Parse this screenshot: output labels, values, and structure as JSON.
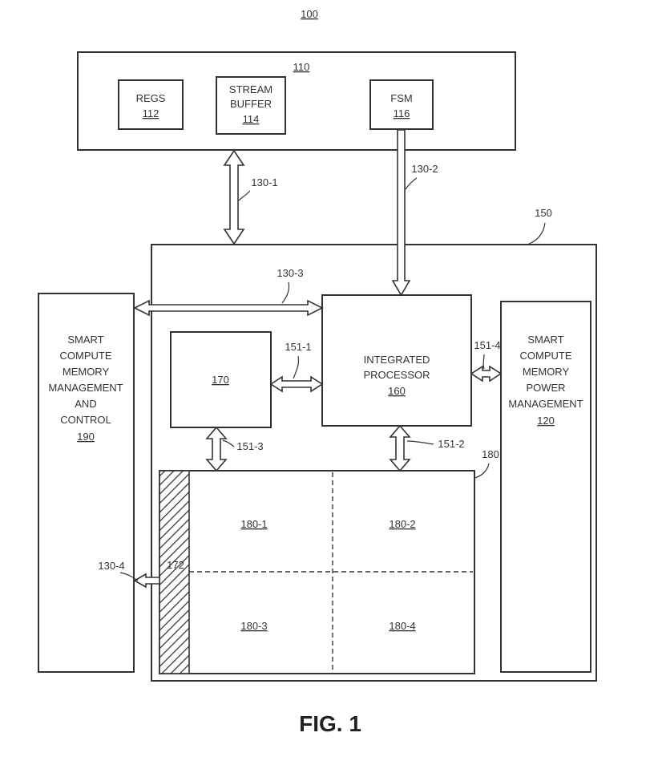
{
  "figure": {
    "ref": "100",
    "caption": "FIG. 1"
  },
  "block_110": {
    "ref": "110",
    "regs": {
      "line1": "REGS",
      "ref": "112"
    },
    "stream_buffer": {
      "line1": "STREAM",
      "line2": "BUFFER",
      "ref": "114"
    },
    "fsm": {
      "line1": "FSM",
      "ref": "116"
    }
  },
  "block_150": {
    "ref": "150"
  },
  "block_190": {
    "lines": [
      "SMART",
      "COMPUTE",
      "MEMORY",
      "MANAGEMENT",
      "AND",
      "CONTROL"
    ],
    "ref": "190"
  },
  "block_120": {
    "lines": [
      "SMART",
      "COMPUTE",
      "MEMORY",
      "POWER",
      "MANAGEMENT"
    ],
    "ref": "120"
  },
  "block_160": {
    "line1": "INTEGRATED",
    "line2": "PROCESSOR",
    "ref": "160"
  },
  "block_170": {
    "ref": "170"
  },
  "memory_180": {
    "ref": "180",
    "quadrants": [
      "180-1",
      "180-2",
      "180-3",
      "180-4"
    ],
    "strip_ref": "172"
  },
  "links": {
    "l130_1": "130-1",
    "l130_2": "130-2",
    "l130_3": "130-3",
    "l130_4": "130-4",
    "l151_1": "151-1",
    "l151_2": "151-2",
    "l151_3": "151-3",
    "l151_4": "151-4"
  },
  "colors": {
    "line": "#333333",
    "background": "#ffffff"
  }
}
